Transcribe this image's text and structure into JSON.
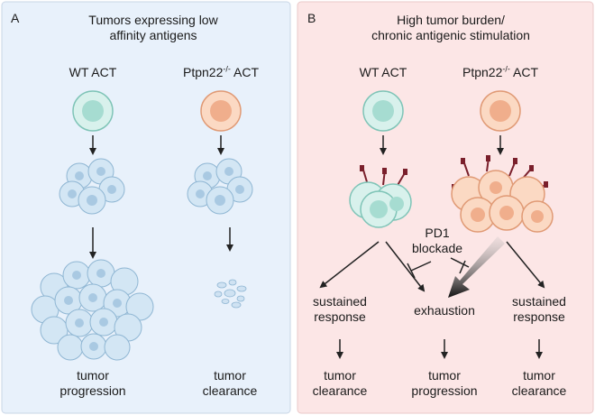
{
  "panel_a": {
    "letter": "A",
    "title_line1": "Tumors expressing low",
    "title_line2": "affinity antigens",
    "col_left_label": "WT ACT",
    "col_right_label_base": "Ptpn22",
    "col_right_label_sup": "-/-",
    "col_right_label_suffix": " ACT",
    "left_outcome_line1": "tumor",
    "left_outcome_line2": "progression",
    "right_outcome_line1": "tumor",
    "right_outcome_line2": "clearance",
    "background": "#e8f1fb"
  },
  "panel_b": {
    "letter": "B",
    "title_line1": "High tumor burden/",
    "title_line2": "chronic antigenic stimulation",
    "col_left_label": "WT ACT",
    "col_right_label_base": "Ptpn22",
    "col_right_label_sup": "-/-",
    "col_right_label_suffix": " ACT",
    "pd1_line1": "PD1",
    "pd1_line2": "blockade",
    "left_state_line1": "sustained",
    "left_state_line2": "response",
    "middle_state": "exhaustion",
    "right_state_line1": "sustained",
    "right_state_line2": "response",
    "left_outcome_line1": "tumor",
    "left_outcome_line2": "clearance",
    "middle_outcome_line1": "tumor",
    "middle_outcome_line2": "progression",
    "right_outcome_line1": "tumor",
    "right_outcome_line2": "clearance",
    "background": "#fce6e6"
  },
  "colors": {
    "wt_cell": "#bfe6df",
    "ko_cell": "#f6c7a7",
    "tumor_cell": "#c9dff0",
    "receptor": "#7a1f2b",
    "arrow": "#222222"
  }
}
